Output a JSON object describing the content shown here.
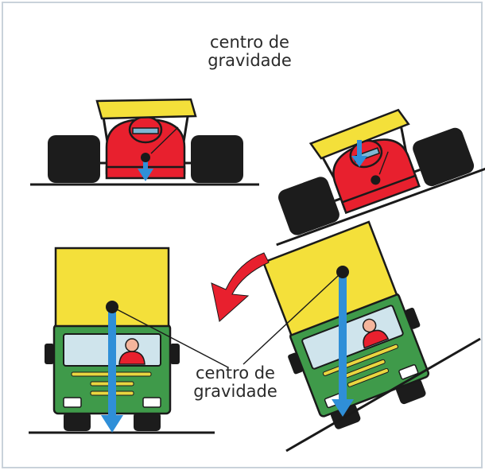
{
  "labels": {
    "top": [
      "centro de",
      "gravidade"
    ],
    "bottom": [
      "centro de",
      "gravidade"
    ]
  },
  "colors": {
    "background": "#ffffff",
    "frame": "#c9d2da",
    "outline": "#1a1a1a",
    "ground": "#1a1a1a",
    "tire": "#1c1c1c",
    "car_body": "#e8202e",
    "wing": "#f4e03a",
    "arrow_blue": "#2f8fd8",
    "arrow_red": "#e8202e",
    "cargo_box": "#f4e03a",
    "truck_cab": "#3f9a4a",
    "windshield": "#cfe4ec",
    "stripe": "#e9d640",
    "driver": "#e8202e",
    "skin": "#f4b59c"
  }
}
